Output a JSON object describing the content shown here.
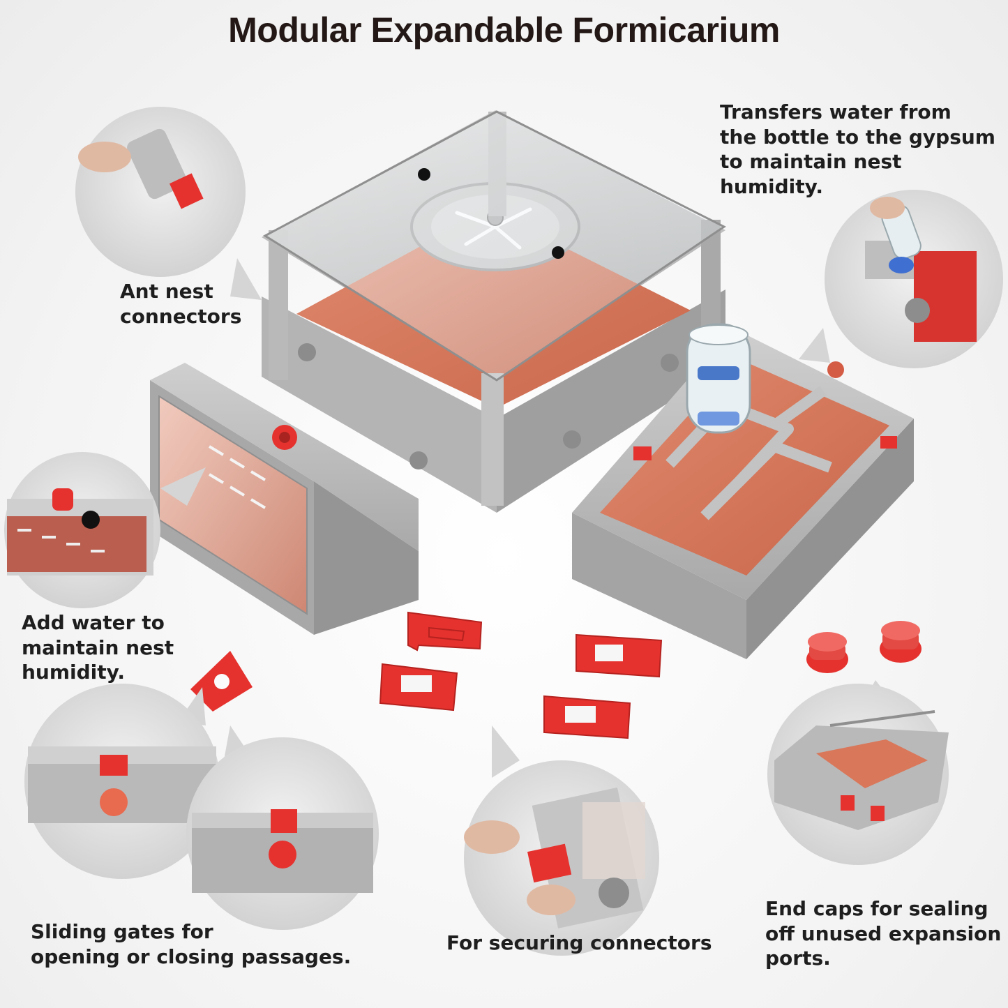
{
  "title": "Modular Expandable Formicarium",
  "captions": {
    "ant_nest_connectors": "Ant nest\nconnectors",
    "transfers_water": "Transfers water from\nthe bottle to the gypsum\nto maintain nest humidity.",
    "add_water": "Add water to\nmaintain nest\nhumidity.",
    "sliding_gates": "Sliding gates for\n opening or closing passages.",
    "securing_connectors": "For securing connectors",
    "end_caps": "End caps for sealing\noff unused expansion\n ports."
  },
  "colors": {
    "plastic_grey": "#b7b7b7",
    "gypsum_orange": "#d9775a",
    "connector_red": "#e5322e",
    "text_dark": "#1e1e1e"
  }
}
